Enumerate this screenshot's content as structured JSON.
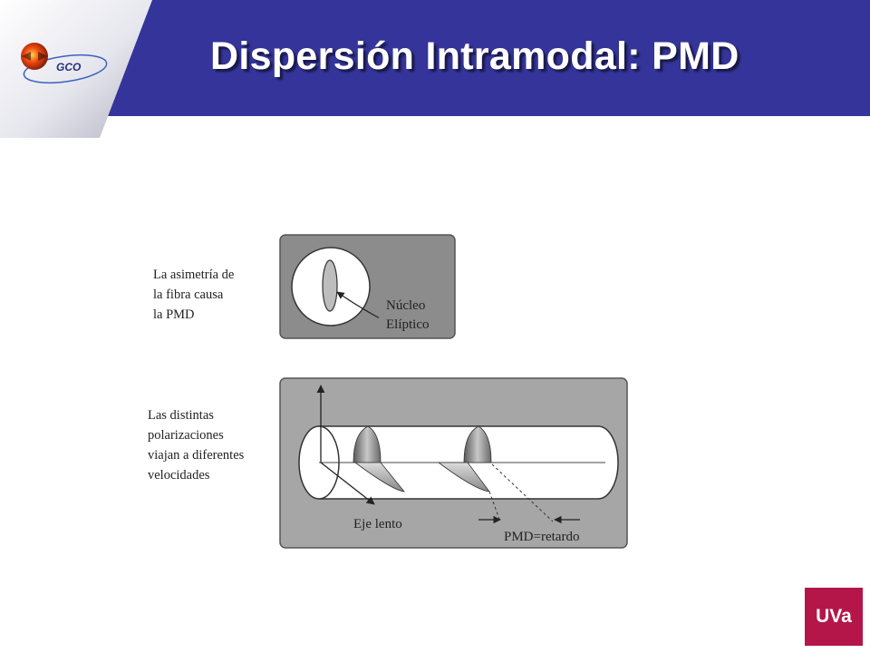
{
  "header": {
    "title": "Dispersión Intramodal: PMD",
    "logo_text": "GCO"
  },
  "top_diagram": {
    "side_label_lines": [
      "La asimetría de",
      "la fibra causa",
      "la PMD"
    ],
    "callout_lines": [
      "Núcleo",
      "Elíptico"
    ]
  },
  "bottom_diagram": {
    "side_label_lines": [
      "Las distintas",
      "polarizaciones",
      "viajan a diferentes",
      "velocidades"
    ],
    "slow_axis_label": "Eje lento",
    "delay_label": "PMD=retardo"
  },
  "footer": {
    "university_badge": "UVa"
  },
  "colors": {
    "header_blue": "#34349a",
    "panel_gray": "#8c8c8c",
    "badge_magenta": "#b5164a"
  },
  "icons": {
    "logo": "gco-logo-icon"
  }
}
